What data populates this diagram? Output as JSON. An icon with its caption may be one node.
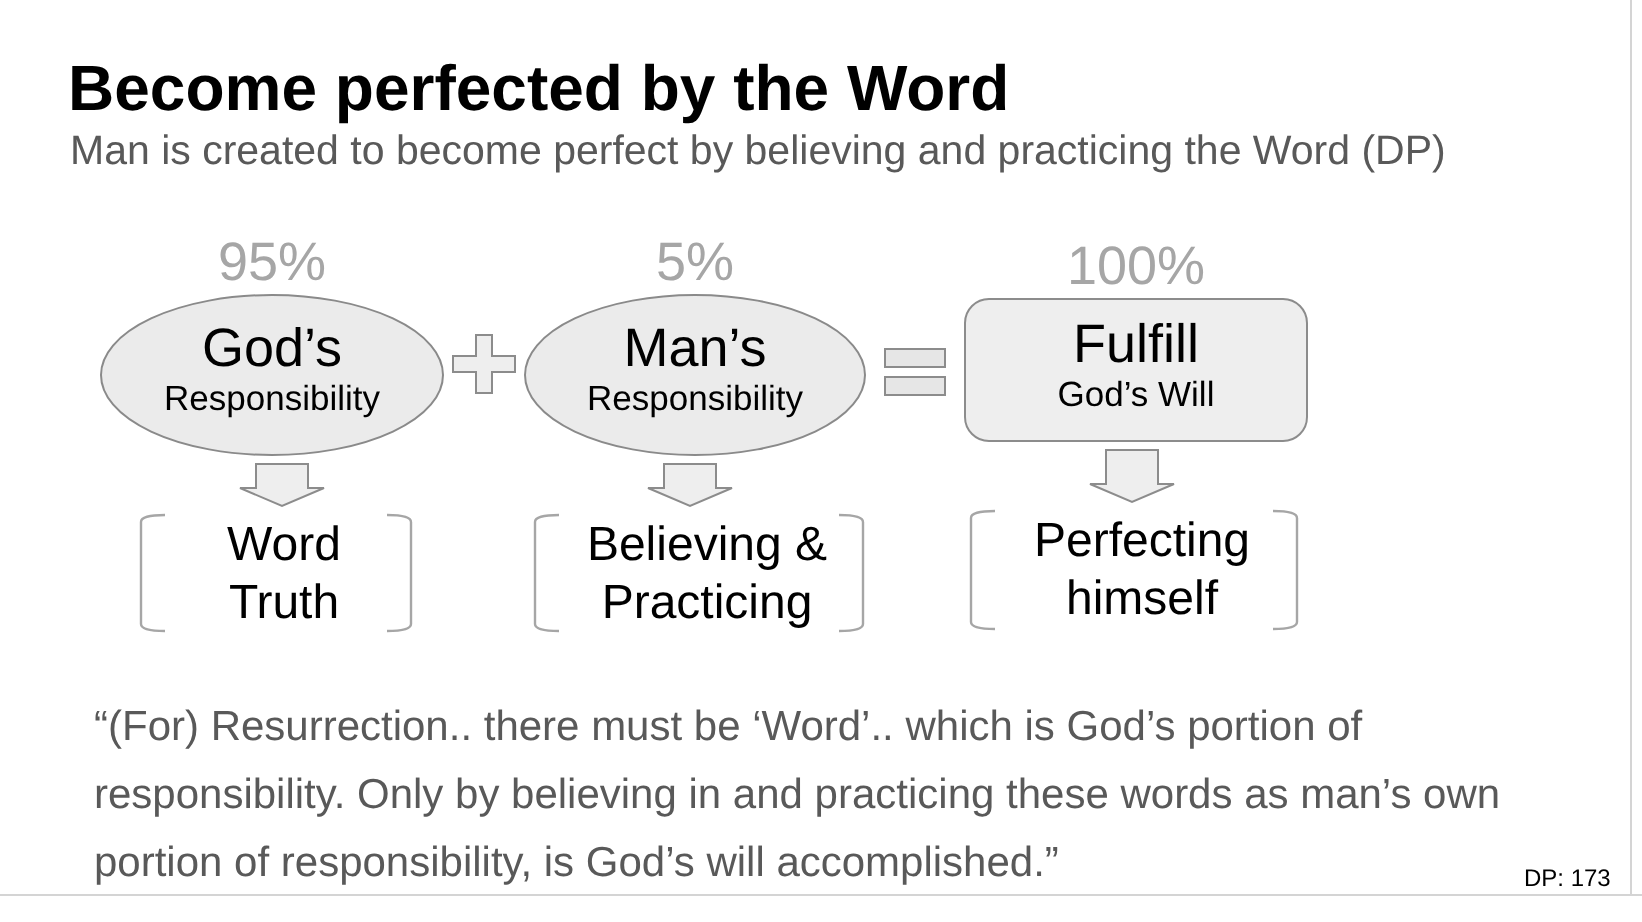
{
  "diagram": {
    "title": "Become perfected by the Word",
    "nodes": [
      {
        "text": [
          "God’s",
          "Responsibility"
        ],
        "beside": [
          "95%"
        ]
      },
      {
        "text": [
          "Man’s",
          "Responsibility"
        ],
        "beside": [
          "5%"
        ]
      },
      {
        "text": [
          "Fulfill",
          "God’s Will"
        ],
        "beside": [
          "100%"
        ]
      },
      {
        "text": [
          "Word Truth"
        ]
      },
      {
        "text": [
          "Believing & Practicing"
        ]
      },
      {
        "text": [
          "Perfecting himself"
        ]
      }
    ],
    "edges": [
      {
        "from": 0,
        "to": 3,
        "arrow": "to"
      },
      {
        "from": 1,
        "to": 4,
        "arrow": "to"
      },
      {
        "from": 2,
        "to": 5,
        "arrow": "to"
      }
    ],
    "labels": [
      "Man is created to become perfect by believing and practicing the Word (DP)",
      "“(For) Resurrection.. there must be ‘Word’.. which is God’s portion of responsibility. Only by believing in and practicing these words as man’s own portion of responsibility, is God’s will accomplished.”",
      "DP: 173"
    ]
  }
}
